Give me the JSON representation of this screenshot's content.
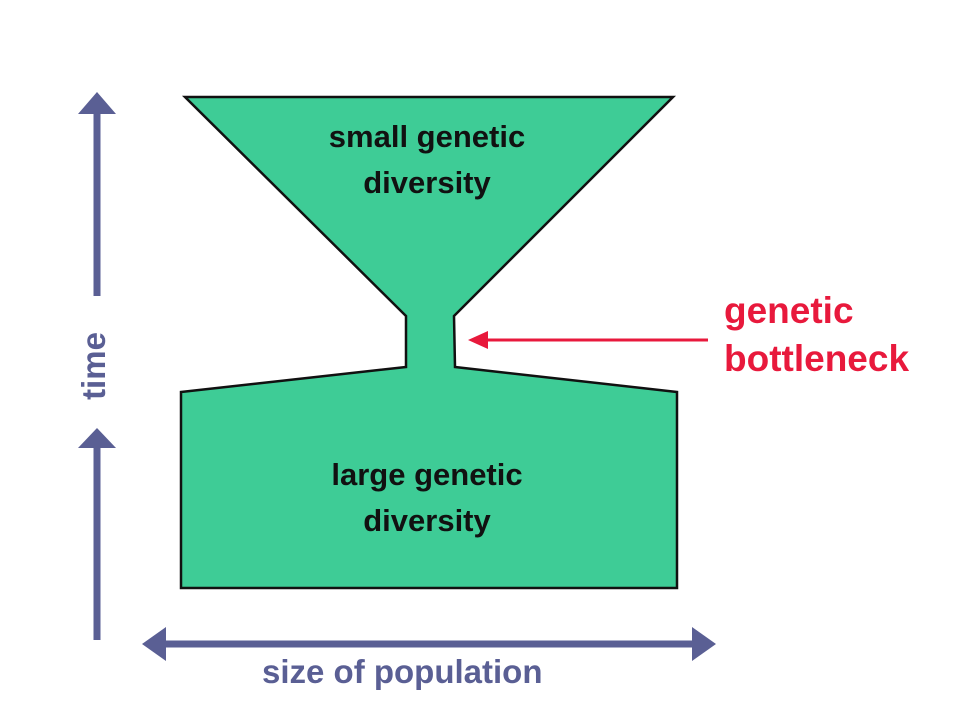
{
  "colors": {
    "shape_fill": "#3ecc96",
    "outline": "#111111",
    "axis": "#5a5f94",
    "accent": "#e8193c",
    "region_text": "#111111"
  },
  "regions": {
    "top": {
      "line1": "small genetic",
      "line2": "diversity"
    },
    "bottom": {
      "line1": "large genetic",
      "line2": "diversity"
    }
  },
  "annotation": {
    "line1": "genetic",
    "line2": "bottleneck"
  },
  "axes": {
    "x_label": "size of population",
    "y_label": "time"
  }
}
